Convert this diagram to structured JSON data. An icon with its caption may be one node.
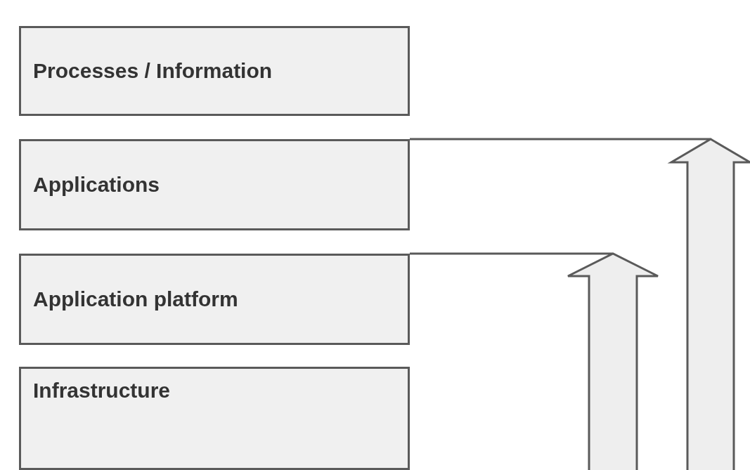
{
  "diagram": {
    "nodes": [
      {
        "text": [
          "Processes / Information"
        ]
      },
      {
        "text": [
          "Applications"
        ]
      },
      {
        "text": [
          "Application platform"
        ]
      },
      {
        "text": [
          "Infrastructure"
        ]
      }
    ]
  }
}
